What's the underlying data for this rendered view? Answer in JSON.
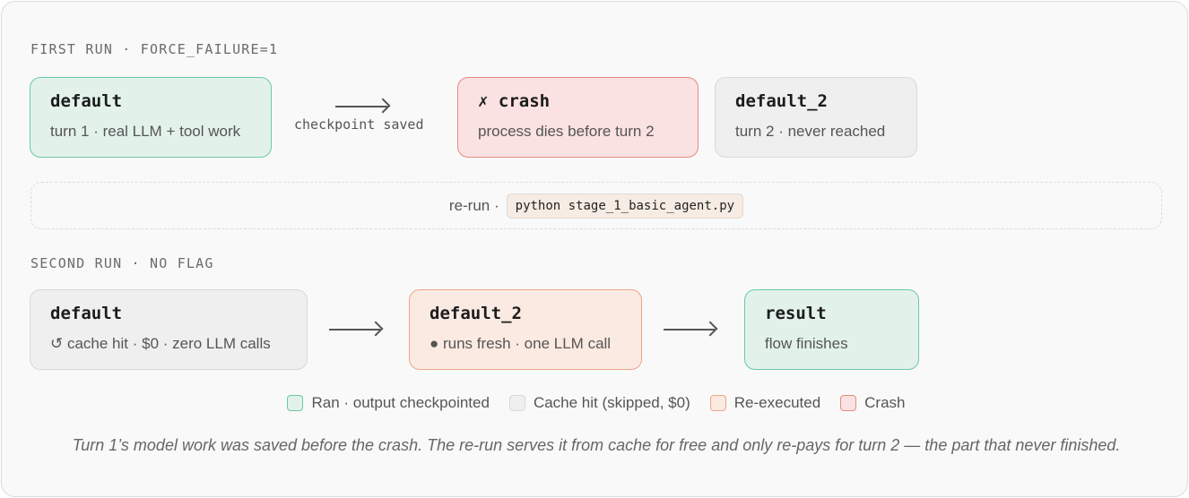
{
  "first_run": {
    "label": "FIRST RUN · FORCE_FAILURE=1",
    "nodes": [
      {
        "title": "default",
        "subtitle": "turn 1 · real LLM + tool work"
      },
      {
        "title": "✗ crash",
        "subtitle": "process dies before turn 2"
      },
      {
        "title": "default_2",
        "subtitle": "turn 2 · never reached"
      }
    ],
    "edge_label": "checkpoint saved"
  },
  "rerun": {
    "prefix": "re-run ·",
    "command": "python stage_1_basic_agent.py"
  },
  "second_run": {
    "label": "SECOND RUN · NO FLAG",
    "nodes": [
      {
        "title": "default",
        "subtitle": "↺ cache hit · $0 · zero LLM calls"
      },
      {
        "title": "default_2",
        "subtitle": "● runs fresh · one LLM call"
      },
      {
        "title": "result",
        "subtitle": "flow finishes"
      }
    ]
  },
  "legend": [
    {
      "label": "Ran · output checkpointed",
      "color": "#e2f2ea",
      "border": "#6cc9a0"
    },
    {
      "label": "Cache hit (skipped, $0)",
      "color": "#efefef",
      "border": "#d8d8d8"
    },
    {
      "label": "Re-executed",
      "color": "#faeae2",
      "border": "#eba689"
    },
    {
      "label": "Crash",
      "color": "#f9e2e1",
      "border": "#e58a80"
    }
  ],
  "caption": "Turn 1’s model work was saved before the crash. The re-run serves it from cache for free and only re-pays for turn 2 — the part that never finished."
}
